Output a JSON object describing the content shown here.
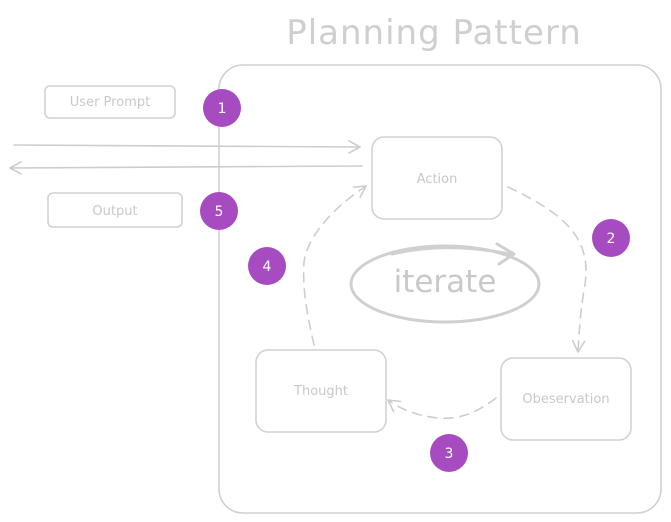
{
  "title": "Planning Pattern",
  "inputs": {
    "user_prompt": "User Prompt",
    "output": "Output"
  },
  "nodes": {
    "action": "Action",
    "observation": "Obeservation",
    "thought": "Thought"
  },
  "loop_label": "iterate",
  "steps": [
    "1",
    "2",
    "3",
    "4",
    "5"
  ],
  "colors": {
    "step_badge": "#a74cc0",
    "stroke": "#d0d0d0",
    "text": "#c9c9c9"
  }
}
